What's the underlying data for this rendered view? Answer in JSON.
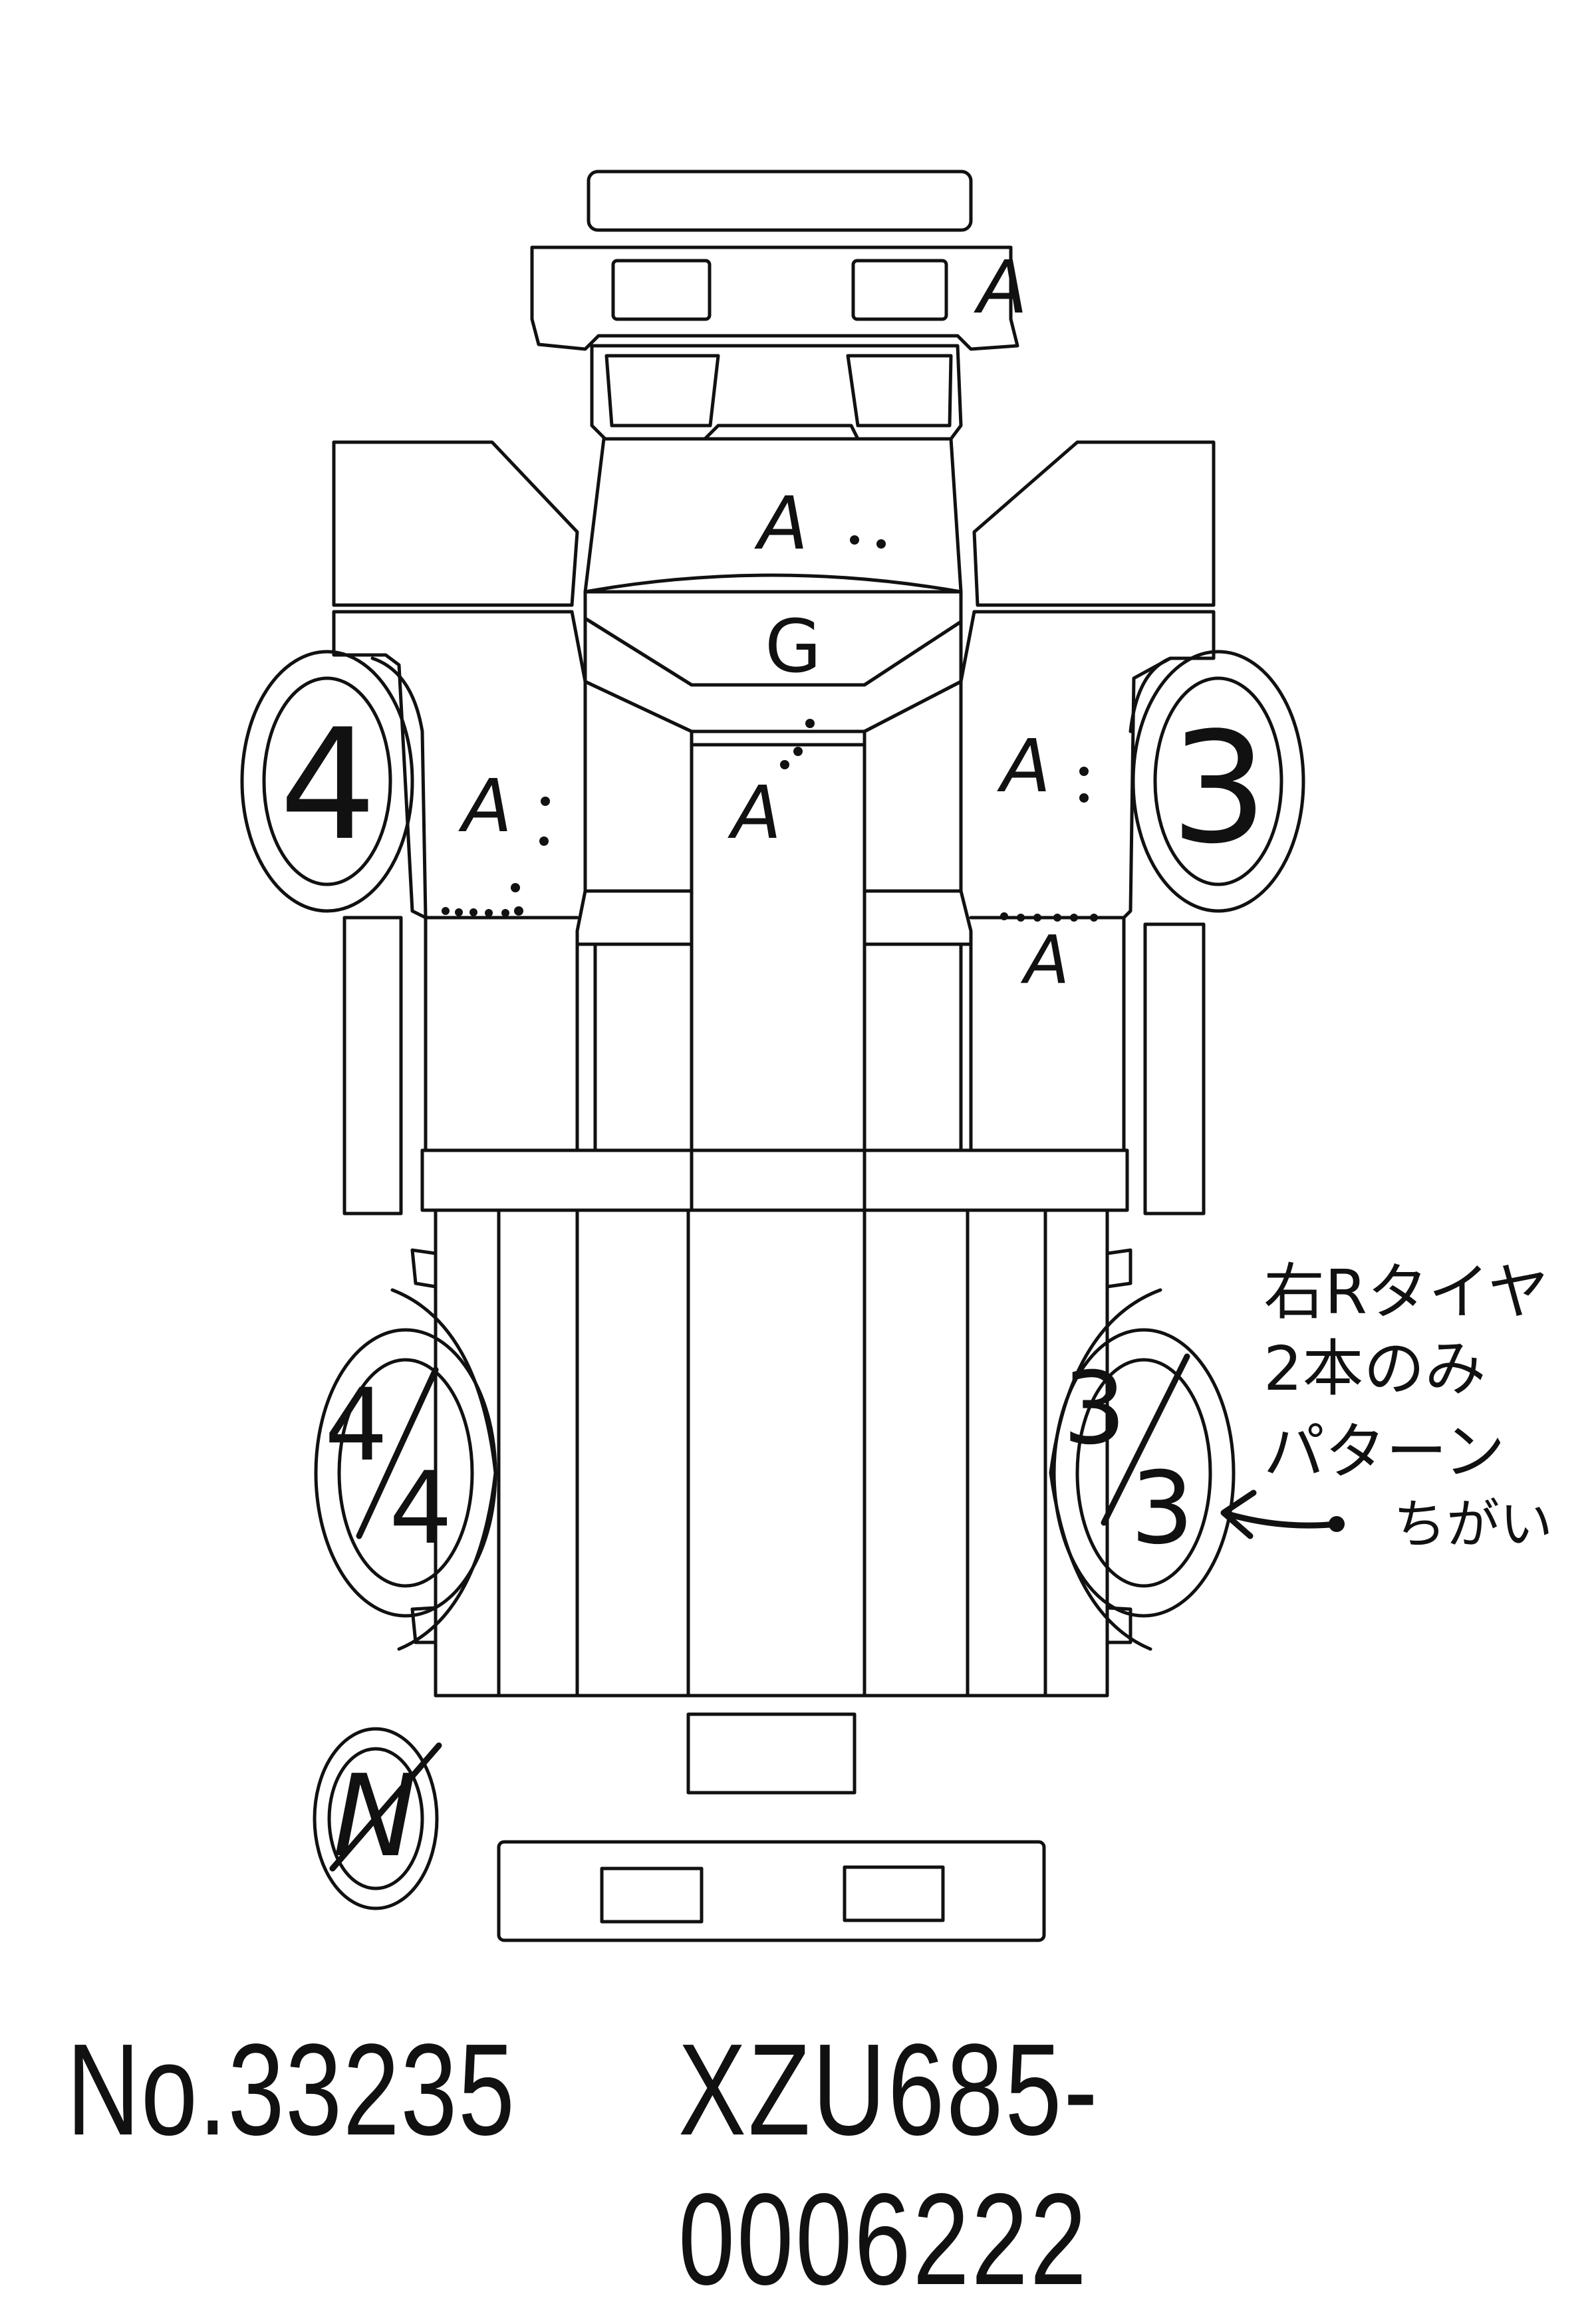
{
  "marks": {
    "front_bumper": "A",
    "cab_roof": "A",
    "windshield": "G",
    "cab_front": "A",
    "left_door": "A",
    "right_door": "A",
    "right_step": "A"
  },
  "tires": {
    "front_left": "4",
    "front_right": "3",
    "rear_left_top": "4",
    "rear_left_bottom": "4",
    "rear_right_top": "3",
    "rear_right_bottom": "3",
    "spare": "N"
  },
  "note": {
    "lines": [
      "右Rタイヤ",
      "2本のみ",
      "パターン",
      "ちがい"
    ]
  },
  "footer": {
    "lot_number": "No.33235",
    "chassis_number": "XZU685-0006222"
  }
}
